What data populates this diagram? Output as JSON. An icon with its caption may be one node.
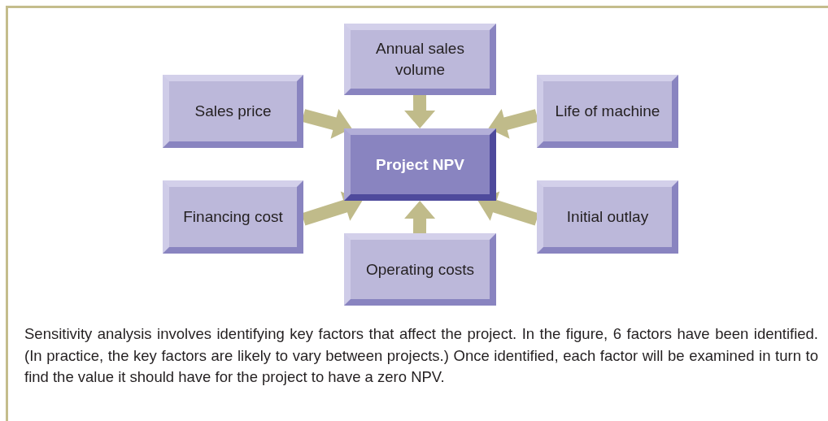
{
  "diagram": {
    "nodes": [
      {
        "text": [
          "Annual sales volume"
        ]
      },
      {
        "text": [
          "Sales price"
        ]
      },
      {
        "text": [
          "Life of machine"
        ]
      },
      {
        "text": [
          "Project NPV"
        ]
      },
      {
        "text": [
          "Financing cost"
        ]
      },
      {
        "text": [
          "Initial outlay"
        ]
      },
      {
        "text": [
          "Operating costs"
        ]
      }
    ],
    "edges": [
      {
        "from": 0,
        "to": 3,
        "arrow": "to"
      },
      {
        "from": 1,
        "to": 3,
        "arrow": "to"
      },
      {
        "from": 2,
        "to": 3,
        "arrow": "to"
      },
      {
        "from": 4,
        "to": 3,
        "arrow": "to"
      },
      {
        "from": 5,
        "to": 3,
        "arrow": "to"
      },
      {
        "from": 6,
        "to": 3,
        "arrow": "to"
      }
    ],
    "caption": "Sensitivity analysis involves identifying key factors that affect the project. In the figure, 6 factors have been identified. (In practice, the key factors are likely to vary between projects.) Once identified, each factor will be examined in turn to find the value it should have for the project to have a zero NPV."
  }
}
